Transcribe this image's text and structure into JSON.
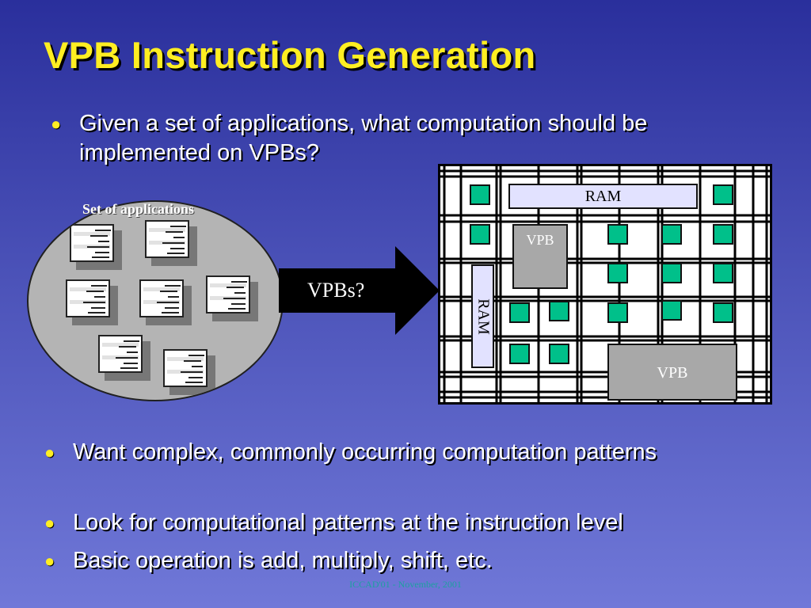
{
  "title": "VPB Instruction Generation",
  "bullets": {
    "b1": "Given a set of applications, what computation should be implemented on VPBs?",
    "b2": "Want complex, commonly occurring computation patterns",
    "b3": "Look for computational patterns at the instruction level",
    "b4": "Basic operation is add, multiply, shift, etc."
  },
  "bullet_glyph": "●",
  "diagram": {
    "apps_label": "Set of applications",
    "arrow_label": "VPBs?",
    "ram_top": "RAM",
    "ram_side": "RAM",
    "vpb_small": "VPB",
    "vpb_large": "VPB"
  },
  "footer": "ICCAD'01 - November, 2001",
  "colors": {
    "title": "#ffee22",
    "cell": "#00c08a",
    "ram": "#e2e2ff",
    "vpb": "#a8a8a8"
  }
}
